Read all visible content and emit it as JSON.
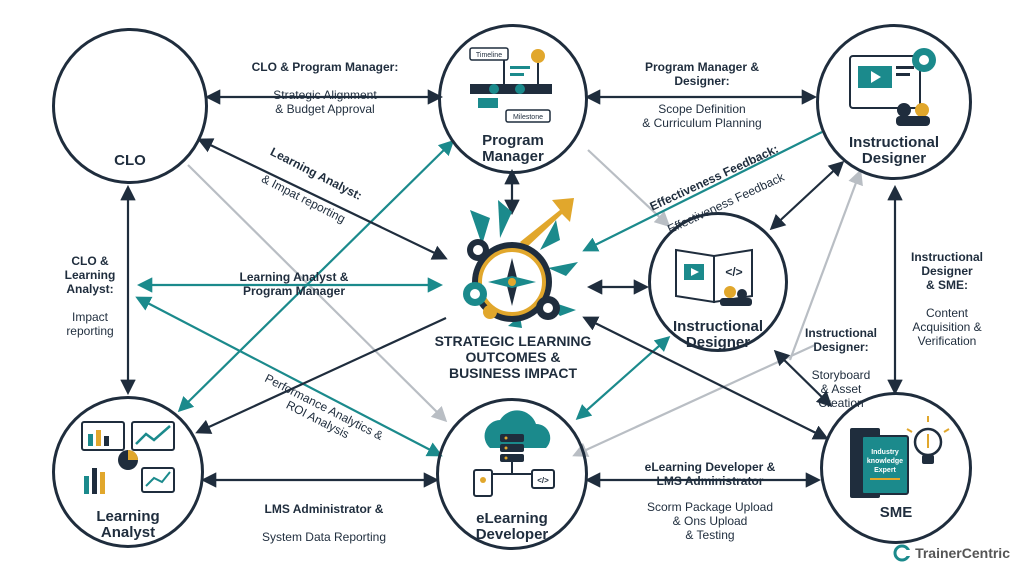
{
  "nodes": {
    "clo": "CLO",
    "program_manager": "Program\nManager",
    "instructional_designer_top": "Instructional\nDesigner",
    "instructional_designer_mid": "Instructional\nDesigner",
    "learning_analyst": "Learning\nAnalyst",
    "elearning_developer": "eLearning\nDeveloper",
    "sme": "SME"
  },
  "icon_text": {
    "timeline": "Timeline",
    "milestone": "Milestone",
    "book_line1": "Industry",
    "book_line2": "knowledge",
    "book_line3": "Expert"
  },
  "center": {
    "title": "STRATEGIC LEARNING\nOUTCOMES &\nBUSINESS IMPACT"
  },
  "edges": {
    "clo_pm_bold": "CLO & Program Manager:",
    "clo_pm_text": "Strategic Alignment\n& Budget Approval",
    "pm_id_bold": "Program Manager &\nDesigner:",
    "pm_id_text": "Scope Definition\n& Curriculum Planning",
    "la_diag_bold": "Learning Analyst:",
    "la_diag_text": "& Impat reporting",
    "effect_bold": "Effectiveness Feedback:",
    "effect_text": "Effectiveness Feedback",
    "clo_la_bold": "CLO &\nLearning\nAnalyst:",
    "clo_la_text": "Impact\nreporting",
    "la_pm_bold": "Learning Analyst &\nProgram Manager",
    "id_sme_bold": "Instructional\nDesigner\n& SME:",
    "id_sme_text": "Content\nAcquisition &\nVerification",
    "id_story_bold": "Instructional\nDesigner:",
    "id_story_text": "Storyboard\n& Asset\nCreation",
    "perf_text": "Performance Analytics &\nROI Analysis",
    "lms_bold": "LMS Administrator &",
    "lms_text": "System Data Reporting",
    "eld_lms_bold": "eLearning Developer &\nLMS Administrator",
    "eld_lms_text": "Scorm Package Upload\n& Ons Upload\n& Testing"
  },
  "brand": "TrainerCentric",
  "colors": {
    "navy": "#1f2d3d",
    "teal": "#1b8a8c",
    "gray": "#b9bec4",
    "gold": "#e1a72c"
  }
}
